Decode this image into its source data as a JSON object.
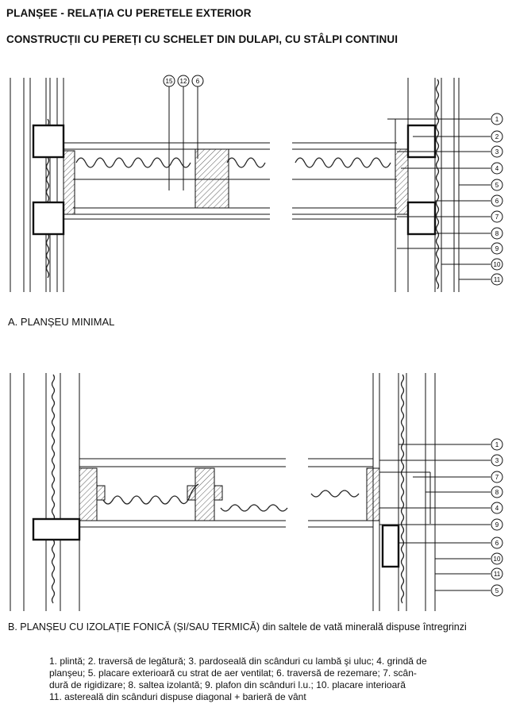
{
  "header": {
    "title": "PLANȘEE - RELAȚIA CU PERETELE EXTERIOR",
    "subtitle": "CONSTRUCȚII CU PEREȚI CU SCHELET DIN DULAPI, CU STÂLPI CONTINUI"
  },
  "diagram_a": {
    "caption": "A. PLANȘEU MINIMAL",
    "top_callouts": [
      "15",
      "12",
      "6"
    ],
    "side_callouts": [
      "1",
      "2",
      "3",
      "4",
      "5",
      "6",
      "7",
      "8",
      "9",
      "10",
      "11"
    ]
  },
  "diagram_b": {
    "caption": "B. PLANȘEU CU IZOLAȚIE FONICĂ (ȘI/SAU TERMICĂ) din saltele de vată minerală dispuse întregrinzi",
    "side_callouts": [
      "1",
      "3",
      "7",
      "8",
      "4",
      "9",
      "6",
      "10",
      "11",
      "5"
    ]
  },
  "legend": {
    "lines": [
      "1. plintă; 2. traversă de legătură; 3. pardoseală din scânduri cu lambă şi uluc; 4. grindă de",
      "planşeu; 5. placare exterioară cu strat de aer ventilat; 6. traversă de rezemare; 7. scân-",
      "dură de rigidizare; 8. saltea izolantă; 9. plafon din scânduri l.u.; 10. placare interioară",
      "11. astereală din scânduri dispuse diagonal + barieră de vânt"
    ]
  }
}
